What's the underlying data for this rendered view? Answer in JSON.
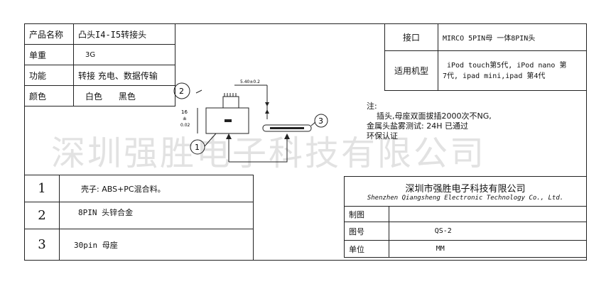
{
  "spec_table": [
    {
      "label": "产品名称",
      "value": "凸头I4-I5转接头"
    },
    {
      "label": "单重",
      "value": "3G"
    },
    {
      "label": "功能",
      "value": "转接 充电、数据传输"
    },
    {
      "label": "颜色",
      "value": "白色      黑色"
    }
  ],
  "interface": {
    "label": "接口",
    "value": "MIRCO 5PIN母 一体8PIN头"
  },
  "models": {
    "label": "适用机型",
    "line1": "iPod touch第5代, iPod nano 第",
    "line2": "7代, ipad mini,ipad 第4代"
  },
  "drawing": {
    "dim_top": "5.40±0.2",
    "dim_side_a": "16",
    "dim_side_b": "±",
    "dim_side_c": "0.02",
    "callout_1": "1",
    "callout_2": "2",
    "callout_3": "3"
  },
  "notes": {
    "title": "注:",
    "line1": "插头,母座双面拔插2000次不NG,",
    "line2": "金属头盐雾测试: 24H      已通过",
    "line3": "环保认证"
  },
  "watermark": "深圳强胜电子科技有限公司",
  "parts": [
    {
      "no": "1",
      "desc": "壳子: ABS+PC混合料。"
    },
    {
      "no": "2",
      "desc": "8PIN 头锌合金"
    },
    {
      "no": "3",
      "desc": "30pin 母座"
    }
  ],
  "company": {
    "name_cn": "深圳市强胜电子科技有限公司",
    "name_en": "Shenzhen Qiangsheng Electronic Technology Co., Ltd.",
    "rows": [
      {
        "label": "制图",
        "value": ""
      },
      {
        "label": "图号",
        "value": "QS-2"
      },
      {
        "label": "单位",
        "value": "MM"
      }
    ]
  }
}
